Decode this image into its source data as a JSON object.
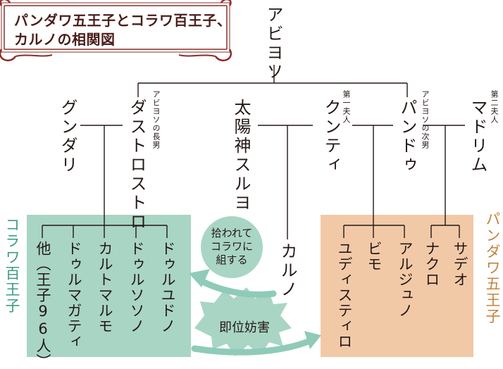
{
  "title": {
    "line1": "パンダワ五王子とコラワ百王子、",
    "line2": "カルノの相関図"
  },
  "colors": {
    "kaurava_box": "#a9d5c5",
    "pandava_box": "#f2c9a7",
    "frame": "#8c2e27",
    "arrow": "#8fcbb8",
    "kaurava_label": "#3c9c84",
    "pandava_label": "#c5823e",
    "line": "#231815"
  },
  "people": {
    "abhiyoso": "アビヨソ",
    "gundari": "グンダリ",
    "dastarastra": "ダストロストロ",
    "surya": "太陽神スルヨ",
    "kunti": "クンティ",
    "pandu": "パンドゥ",
    "madrim": "マドリム",
    "karno": "カルノ"
  },
  "notes": {
    "dastarastra": "アビヨソの長男",
    "kunti": "第一夫人",
    "pandu": "アビヨソの次男",
    "madrim": "第二夫人"
  },
  "kaurava": {
    "label": "コラワ百王子",
    "children": [
      "ドゥルユドノ",
      "ドゥルソソノ",
      "カルトマルモ",
      "ドゥルマガティ",
      "他（王子96人）"
    ]
  },
  "pandava": {
    "label": "パンダワ五王子",
    "children": [
      "ユディスティロ",
      "ビモ",
      "アルジュノ",
      "ナクロ",
      "サデオ"
    ]
  },
  "bubbles": {
    "adopted": [
      "拾われて",
      "コラワに",
      "組する"
    ],
    "hinder": "即位妨害"
  }
}
